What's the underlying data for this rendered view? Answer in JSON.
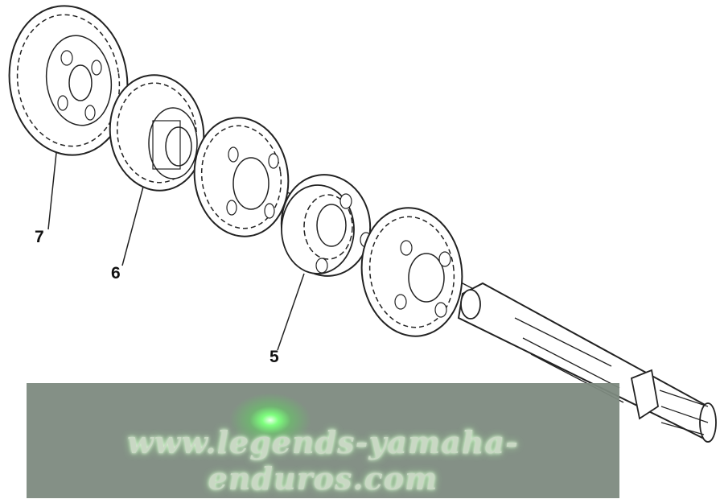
{
  "callouts": {
    "part_7": "7",
    "part_6": "6",
    "part_5": "5"
  },
  "watermark": {
    "text": "www.legends-yamaha-enduros.com",
    "panel_color": "#7d8a80",
    "glow_color": "#7dff7d"
  },
  "colors": {
    "line": "#222222",
    "background": "#ffffff"
  }
}
